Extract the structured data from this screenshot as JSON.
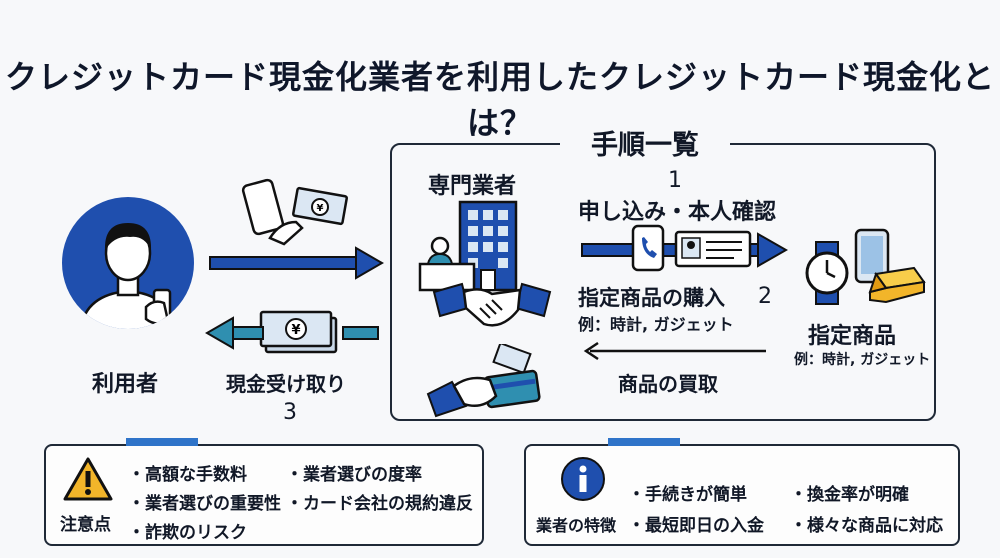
{
  "title": "クレジットカード現金化業者を利用したクレジットカード現金化とは？",
  "steps_title": "手順一覧",
  "user": {
    "label": "利用者"
  },
  "merchant": {
    "label": "専門業者"
  },
  "product": {
    "label": "指定商品",
    "example": "例：時計, ガジェット"
  },
  "step1": {
    "number": "1",
    "label": "申し込み・本人確認"
  },
  "step2": {
    "number": "2",
    "label": "指定商品の購入",
    "example": "例：時計, ガジェット"
  },
  "step_buyback": {
    "label": "商品の買取"
  },
  "step3": {
    "number": "3",
    "label": "現金受け取り"
  },
  "caution": {
    "heading": "注意点",
    "items_left": [
      "・高額な手数料",
      "・業者選びの重要性",
      "・詐欺のリスク"
    ],
    "items_right": [
      "・業者選びの度率",
      "・カード会社の規約違反"
    ]
  },
  "features": {
    "heading": "業者の特徴",
    "items_left": [
      "・手続きが簡単",
      "・最短即日の入金"
    ],
    "items_right": [
      "・換金率が明確",
      "・様々な商品に対応"
    ]
  },
  "colors": {
    "accent": "#1f4fae",
    "teal": "#2f8fb0",
    "gold": "#f2b52a"
  }
}
